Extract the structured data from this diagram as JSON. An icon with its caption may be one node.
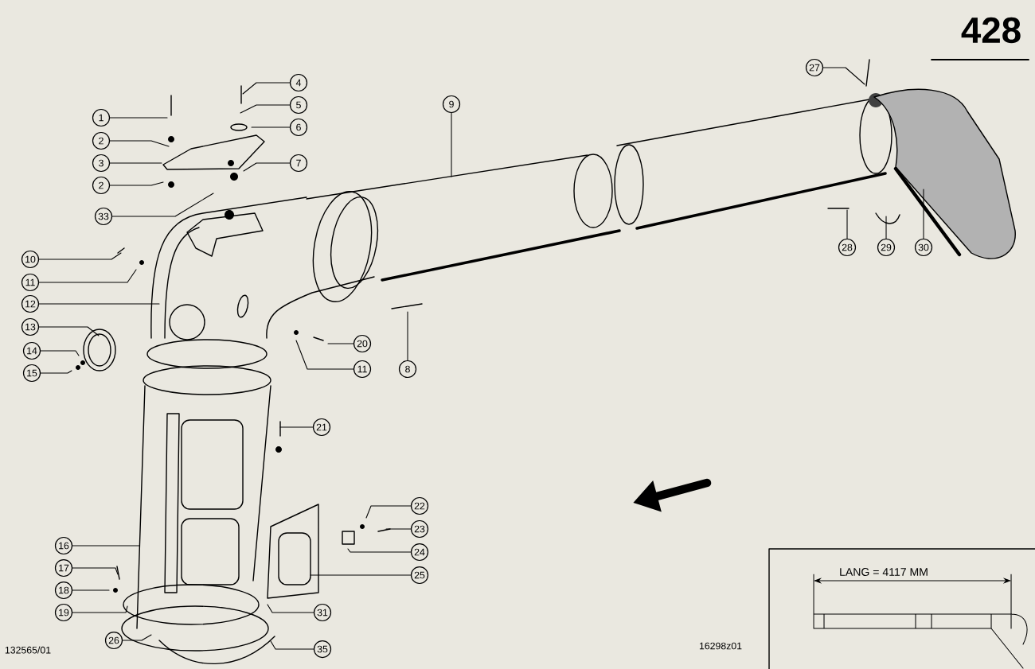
{
  "diagram": {
    "nodes": [
      {
        "text": [
          "4"
        ]
      },
      {
        "text": [
          "9"
        ]
      },
      {
        "text": [
          "27"
        ]
      },
      {
        "text": [
          "5"
        ]
      },
      {
        "text": [
          "1"
        ]
      },
      {
        "text": [
          "6"
        ]
      },
      {
        "text": [
          "2"
        ]
      },
      {
        "text": [
          "3"
        ]
      },
      {
        "text": [
          "7"
        ]
      },
      {
        "text": [
          "2"
        ]
      },
      {
        "text": [
          "33"
        ]
      },
      {
        "text": [
          "28"
        ]
      },
      {
        "text": [
          "29"
        ]
      },
      {
        "text": [
          "30"
        ]
      },
      {
        "text": [
          "10"
        ]
      },
      {
        "text": [
          "11"
        ]
      },
      {
        "text": [
          "12"
        ]
      },
      {
        "text": [
          "13"
        ]
      },
      {
        "text": [
          "20"
        ]
      },
      {
        "text": [
          "14"
        ]
      },
      {
        "text": [
          "11"
        ]
      },
      {
        "text": [
          "8"
        ]
      },
      {
        "text": [
          "15"
        ]
      },
      {
        "text": [
          "21"
        ]
      },
      {
        "text": [
          "22"
        ]
      },
      {
        "text": [
          "23"
        ]
      },
      {
        "text": [
          "16"
        ]
      },
      {
        "text": [
          "24"
        ]
      },
      {
        "text": [
          "17"
        ]
      },
      {
        "text": [
          "25"
        ]
      },
      {
        "text": [
          "18"
        ]
      },
      {
        "text": [
          "19"
        ]
      },
      {
        "text": [
          "31"
        ]
      },
      {
        "text": [
          "26"
        ]
      },
      {
        "text": [
          "35"
        ]
      }
    ],
    "edges": [
      {
        "from": 0,
        "to": null,
        "arrow": "none"
      },
      {
        "from": 1,
        "to": null,
        "arrow": "none"
      },
      {
        "from": 2,
        "to": null,
        "arrow": "none"
      },
      {
        "from": 3,
        "to": null,
        "arrow": "none"
      },
      {
        "from": 4,
        "to": null,
        "arrow": "none"
      },
      {
        "from": 5,
        "to": null,
        "arrow": "none"
      },
      {
        "from": 6,
        "to": null,
        "arrow": "none"
      },
      {
        "from": 7,
        "to": null,
        "arrow": "none"
      },
      {
        "from": 8,
        "to": null,
        "arrow": "none"
      },
      {
        "from": 9,
        "to": null,
        "arrow": "none"
      },
      {
        "from": 10,
        "to": null,
        "arrow": "none"
      },
      {
        "from": 11,
        "to": null,
        "arrow": "none"
      },
      {
        "from": 12,
        "to": null,
        "arrow": "none"
      },
      {
        "from": 13,
        "to": null,
        "arrow": "none"
      },
      {
        "from": 14,
        "to": null,
        "arrow": "none"
      },
      {
        "from": 15,
        "to": null,
        "arrow": "none"
      },
      {
        "from": 16,
        "to": null,
        "arrow": "none"
      },
      {
        "from": 17,
        "to": null,
        "arrow": "none"
      },
      {
        "from": 18,
        "to": null,
        "arrow": "none"
      },
      {
        "from": 19,
        "to": null,
        "arrow": "none"
      },
      {
        "from": 20,
        "to": null,
        "arrow": "none"
      },
      {
        "from": 21,
        "to": null,
        "arrow": "none"
      },
      {
        "from": 22,
        "to": null,
        "arrow": "none"
      },
      {
        "from": 23,
        "to": null,
        "arrow": "none"
      },
      {
        "from": 24,
        "to": null,
        "arrow": "none"
      },
      {
        "from": 25,
        "to": null,
        "arrow": "none"
      },
      {
        "from": 26,
        "to": null,
        "arrow": "none"
      },
      {
        "from": 27,
        "to": null,
        "arrow": "none"
      },
      {
        "from": 28,
        "to": null,
        "arrow": "none"
      },
      {
        "from": 29,
        "to": null,
        "arrow": "none"
      },
      {
        "from": 30,
        "to": null,
        "arrow": "none"
      },
      {
        "from": 31,
        "to": null,
        "arrow": "none"
      },
      {
        "from": 32,
        "to": null,
        "arrow": "none"
      },
      {
        "from": 33,
        "to": null,
        "arrow": "none"
      },
      {
        "from": 34,
        "to": null,
        "arrow": "none"
      }
    ],
    "labels": [
      "428",
      "LANG = 4117 MM",
      "132565/01",
      "16298z01"
    ]
  }
}
